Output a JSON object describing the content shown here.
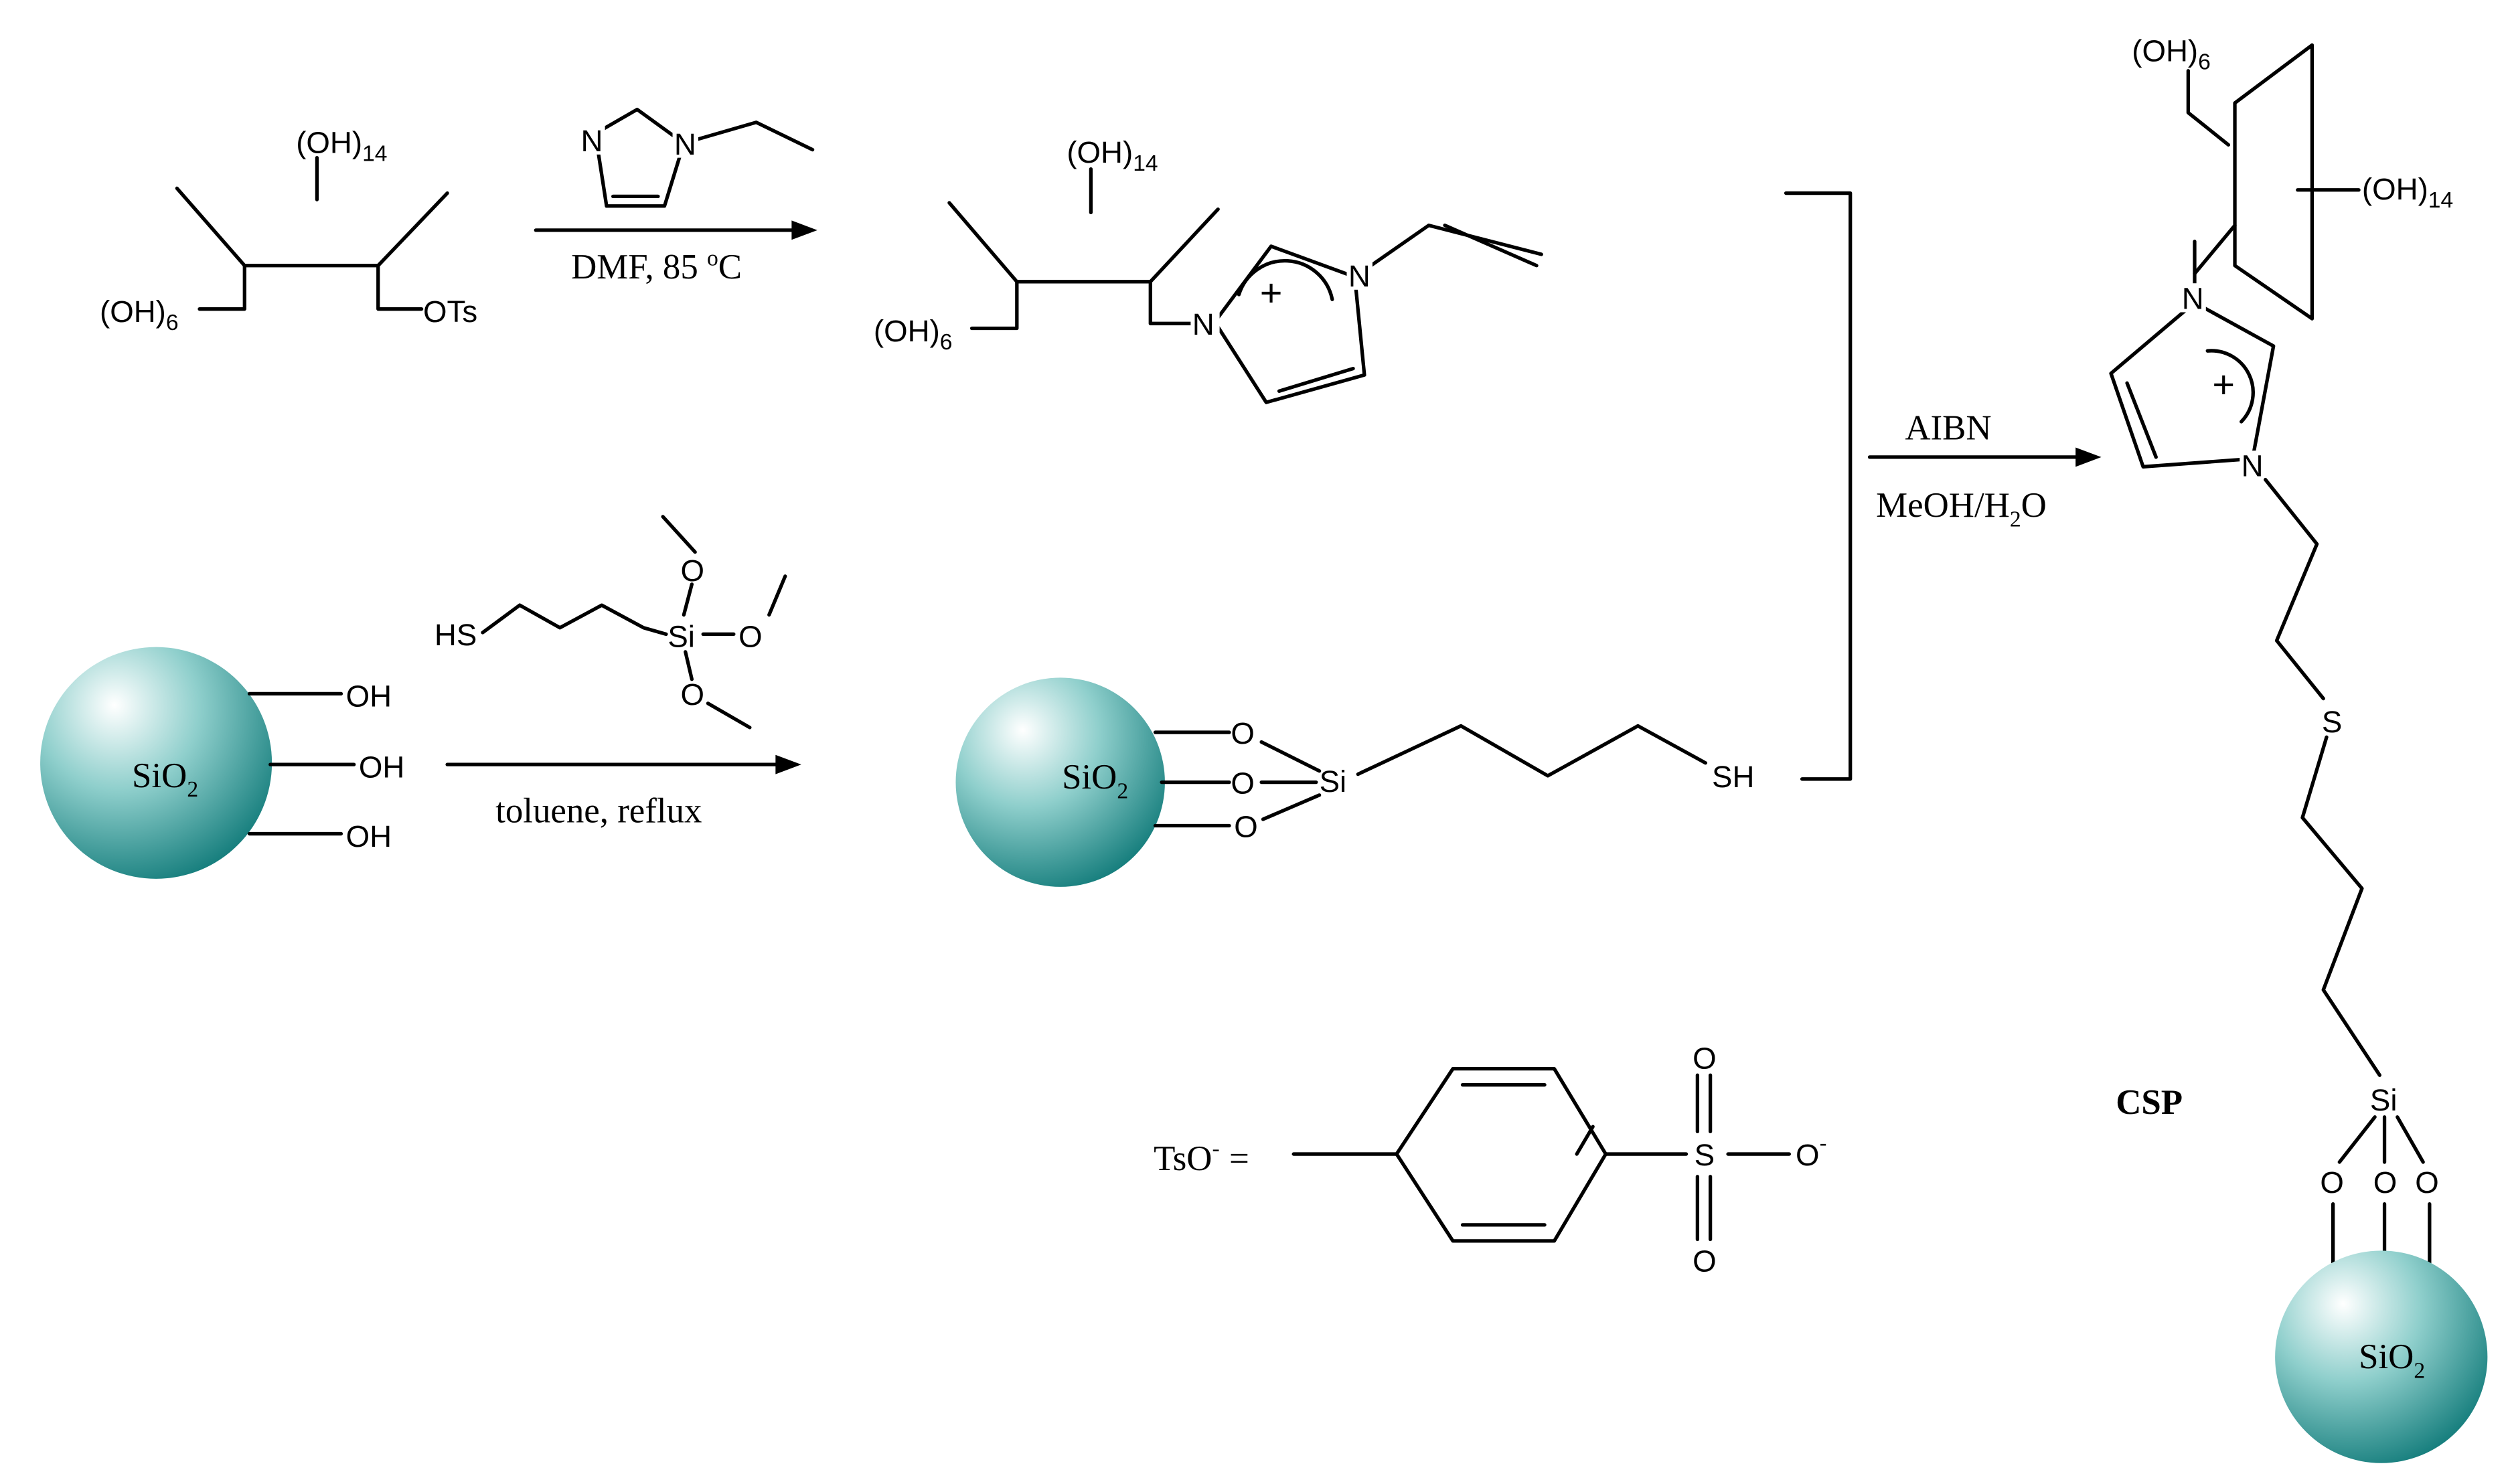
{
  "colors": {
    "sphere_light": "#ffffff",
    "sphere_mid": "#6fc0bd",
    "sphere_dark": "#137c7b",
    "line": "#000000"
  },
  "labels": {
    "oh14": "(OH)",
    "oh14_sub": "14",
    "oh6": "(OH)",
    "oh6_sub": "6",
    "ots": "OTs",
    "n": "N",
    "plus": "+",
    "oh": "OH",
    "hs": "HS",
    "sh": "SH",
    "si": "Si",
    "o": "O",
    "s": "S",
    "sio2": "SiO",
    "sio2_sub": "2"
  },
  "reagents": {
    "step1_conditions": "DMF, 85 ",
    "step1_sup": "o",
    "step1_unit": "C",
    "step2_conditions": "toluene, reflux",
    "step3_top": "AIBN",
    "step3_bottom": "MeOH/H",
    "step3_bottom_sub": "2",
    "step3_bottom_end": "O"
  },
  "legend": {
    "tso": "TsO",
    "tso_sup": "-",
    "equals": "=",
    "o_minus_sup": "-"
  },
  "product_label": "CSP"
}
